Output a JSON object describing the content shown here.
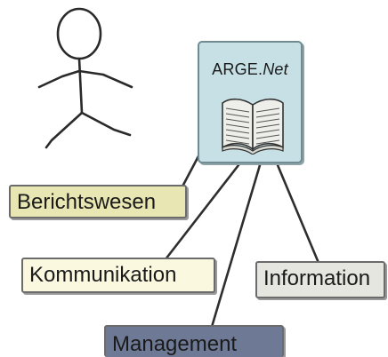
{
  "hub": {
    "title_main": "ARGE.",
    "title_italic": "Net",
    "icon": "open-book-icon"
  },
  "actor": {
    "icon": "stick-figure-icon"
  },
  "topics": {
    "berichtswesen": "Berichtswesen",
    "kommunikation": "Kommunikation",
    "information": "Information",
    "management": "Management"
  },
  "colors": {
    "hub": "#c6e0e6",
    "berichtswesen": "#e8e6b2",
    "kommunikation": "#fbf8e0",
    "information": "#e4e6df",
    "management": "#6e7a95"
  }
}
